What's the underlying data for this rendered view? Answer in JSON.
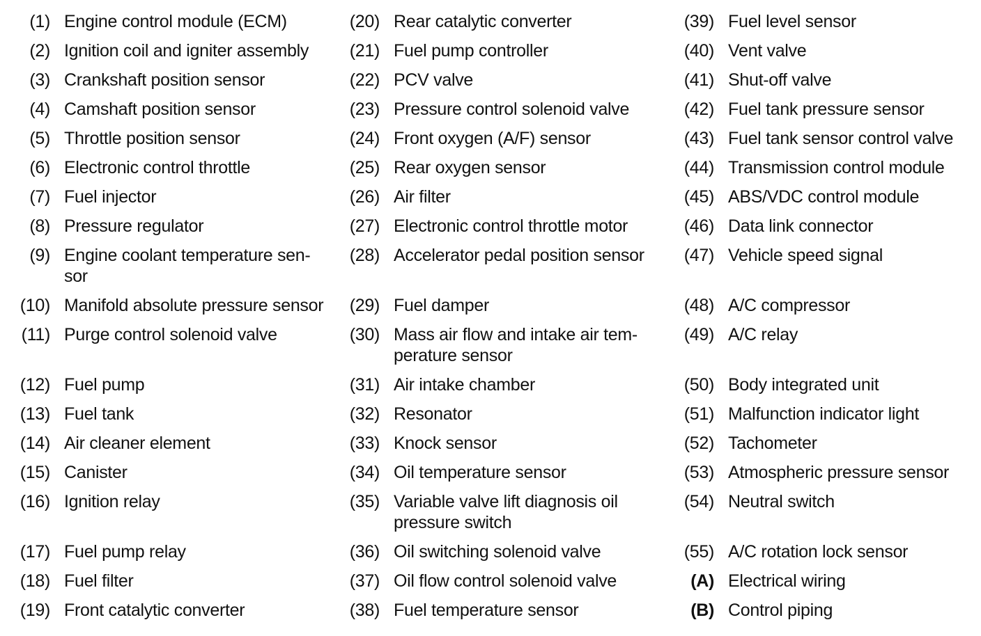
{
  "page": {
    "background_color": "#ffffff",
    "text_color": "#111111"
  },
  "legend": {
    "columns": [
      {
        "items": [
          {
            "num": "(1)",
            "label": "Engine control module (ECM)"
          },
          {
            "num": "(2)",
            "label": "Ignition coil and igniter assembly"
          },
          {
            "num": "(3)",
            "label": "Crankshaft position sensor"
          },
          {
            "num": "(4)",
            "label": "Camshaft position sensor"
          },
          {
            "num": "(5)",
            "label": "Throttle position sensor"
          },
          {
            "num": "(6)",
            "label": "Electronic control throttle"
          },
          {
            "num": "(7)",
            "label": "Fuel injector"
          },
          {
            "num": "(8)",
            "label": "Pressure regulator"
          },
          {
            "num": "(9)",
            "label": "Engine coolant temperature sen-\nsor"
          },
          {
            "num": "(10)",
            "label": "Manifold absolute pressure sensor"
          },
          {
            "num": "(11)",
            "label": "Purge control solenoid valve"
          },
          {
            "num": "(12)",
            "label": "Fuel pump"
          },
          {
            "num": "(13)",
            "label": "Fuel tank"
          },
          {
            "num": "(14)",
            "label": "Air cleaner element"
          },
          {
            "num": "(15)",
            "label": "Canister"
          },
          {
            "num": "(16)",
            "label": "Ignition relay"
          },
          {
            "num": "(17)",
            "label": "Fuel pump relay"
          },
          {
            "num": "(18)",
            "label": "Fuel filter"
          },
          {
            "num": "(19)",
            "label": "Front catalytic converter"
          }
        ]
      },
      {
        "items": [
          {
            "num": "(20)",
            "label": "Rear catalytic converter"
          },
          {
            "num": "(21)",
            "label": "Fuel pump controller"
          },
          {
            "num": "(22)",
            "label": "PCV valve"
          },
          {
            "num": "(23)",
            "label": "Pressure control solenoid valve"
          },
          {
            "num": "(24)",
            "label": "Front oxygen (A/F) sensor"
          },
          {
            "num": "(25)",
            "label": "Rear oxygen sensor"
          },
          {
            "num": "(26)",
            "label": "Air filter"
          },
          {
            "num": "(27)",
            "label": "Electronic control throttle motor"
          },
          {
            "num": "(28)",
            "label": "Accelerator pedal position sensor"
          },
          {
            "num": "(29)",
            "label": "Fuel damper"
          },
          {
            "num": "(30)",
            "label": "Mass air flow and intake air tem-\nperature sensor"
          },
          {
            "num": "(31)",
            "label": "Air intake chamber"
          },
          {
            "num": "(32)",
            "label": "Resonator"
          },
          {
            "num": "(33)",
            "label": "Knock sensor"
          },
          {
            "num": "(34)",
            "label": "Oil temperature sensor"
          },
          {
            "num": "(35)",
            "label": "Variable valve lift diagnosis oil\npressure switch"
          },
          {
            "num": "(36)",
            "label": "Oil switching solenoid valve"
          },
          {
            "num": "(37)",
            "label": "Oil flow control solenoid valve"
          },
          {
            "num": "(38)",
            "label": "Fuel temperature sensor"
          }
        ]
      },
      {
        "items": [
          {
            "num": "(39)",
            "label": "Fuel level sensor"
          },
          {
            "num": "(40)",
            "label": "Vent valve"
          },
          {
            "num": "(41)",
            "label": "Shut-off valve"
          },
          {
            "num": "(42)",
            "label": "Fuel tank pressure sensor"
          },
          {
            "num": "(43)",
            "label": "Fuel tank sensor control valve"
          },
          {
            "num": "(44)",
            "label": "Transmission control module"
          },
          {
            "num": "(45)",
            "label": "ABS/VDC control module"
          },
          {
            "num": "(46)",
            "label": "Data link connector"
          },
          {
            "num": "(47)",
            "label": "Vehicle speed signal"
          },
          {
            "num": "(48)",
            "label": "A/C compressor"
          },
          {
            "num": "(49)",
            "label": "A/C relay"
          },
          {
            "num": "(50)",
            "label": "Body integrated unit"
          },
          {
            "num": "(51)",
            "label": "Malfunction indicator light"
          },
          {
            "num": "(52)",
            "label": "Tachometer"
          },
          {
            "num": "(53)",
            "label": "Atmospheric pressure sensor"
          },
          {
            "num": "(54)",
            "label": "Neutral switch"
          },
          {
            "num": "(55)",
            "label": "A/C rotation lock sensor"
          },
          {
            "num": "(A)",
            "label": "Electrical wiring",
            "bold_num": true
          },
          {
            "num": "(B)",
            "label": "Control piping",
            "bold_num": true
          }
        ]
      }
    ]
  }
}
